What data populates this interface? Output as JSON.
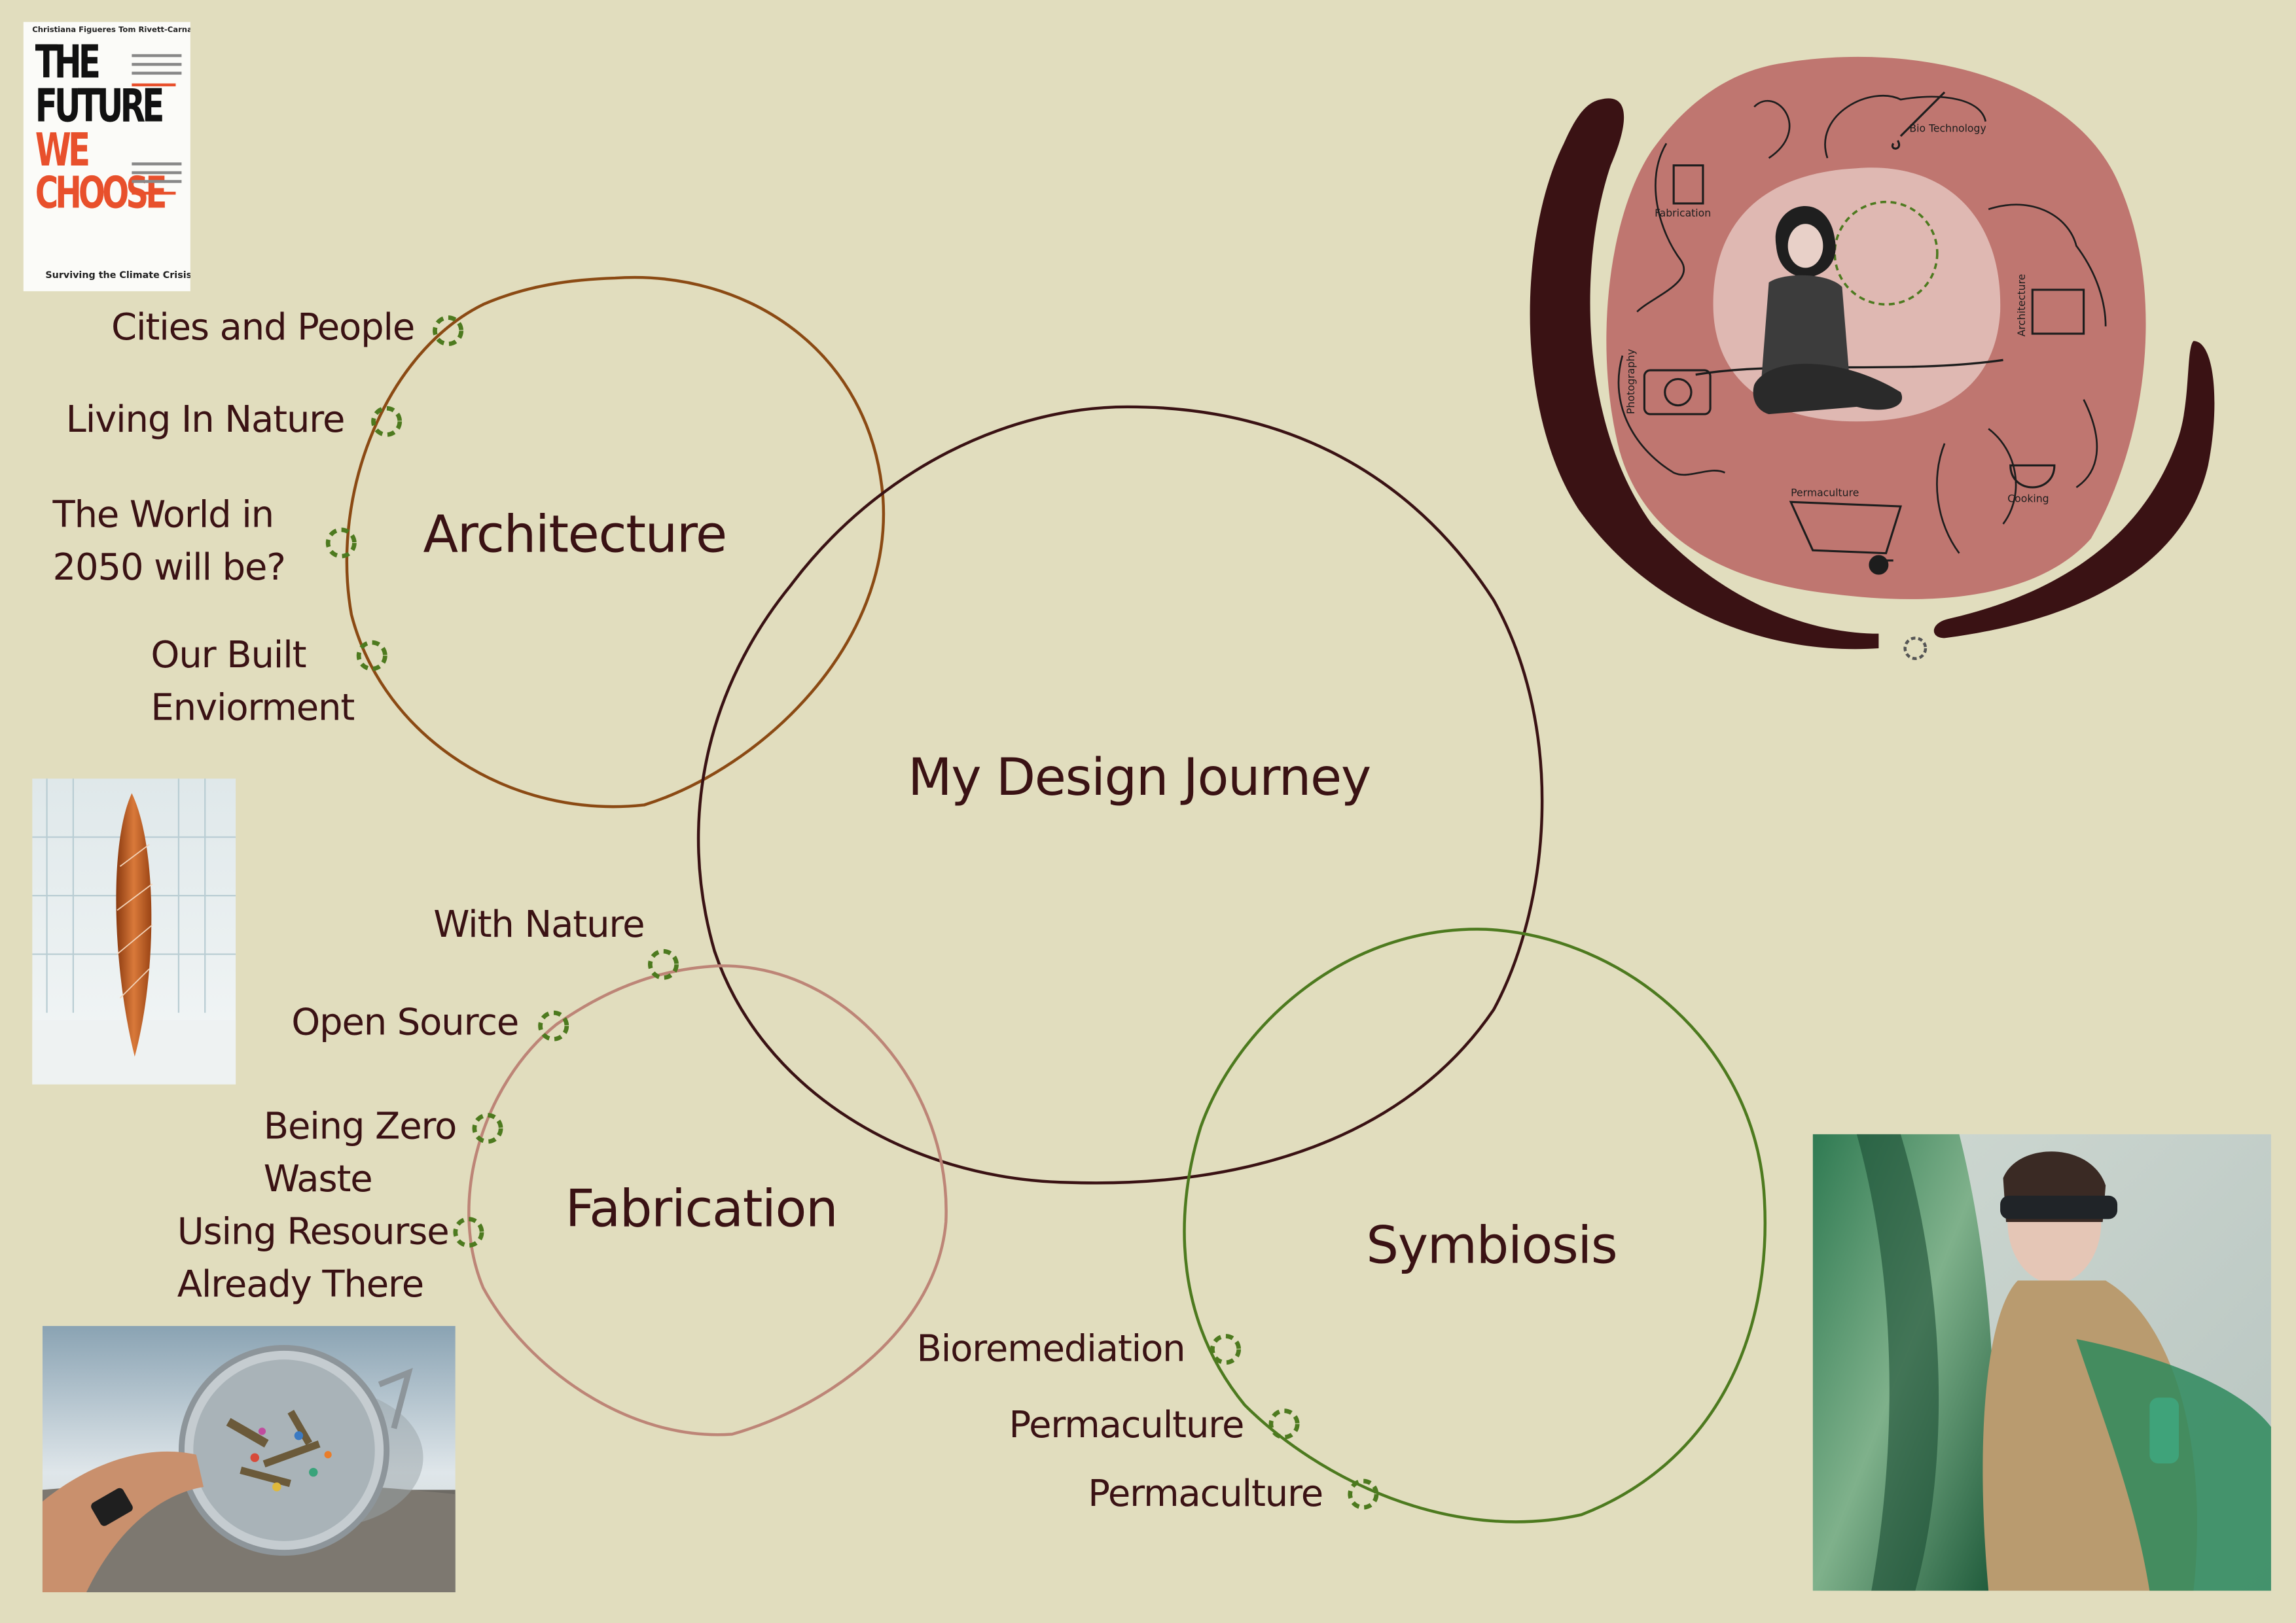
{
  "diagram": {
    "center": {
      "label": "My Design Journey"
    },
    "circles": [
      {
        "id": "architecture",
        "label": "Architecture",
        "color": "#8b4a14",
        "items": [
          "Cities and People",
          "Living In Nature",
          "The World in\n2050 will be?",
          "Our Built\nEnviorment"
        ]
      },
      {
        "id": "fabrication",
        "label": "Fabrication",
        "color": "#bd8577",
        "items": [
          "With Nature",
          "Open Source",
          "Being Zero\nWaste",
          "Using Resourse\nAlready There"
        ]
      },
      {
        "id": "symbiosis",
        "label": "Symbiosis",
        "color": "#4d7a1f",
        "items": [
          "Bioremediation",
          "Permaculture",
          "Permaculture"
        ]
      }
    ],
    "center_color": "#3a1214",
    "connector_color": "#4d7a1f"
  },
  "book": {
    "authors": "Christiana Figueres  Tom Rivett-Carnac",
    "title_lines": [
      "THE",
      "FUTURE",
      "WE",
      "CHOOSE"
    ],
    "subtitle": "Surviving the Climate Crisis"
  },
  "illustration": {
    "labels": [
      "Bio Technology",
      "Fabrication",
      "Architecture",
      "Photography",
      "Cooking",
      "Permaculture"
    ],
    "blob_color": "#bf7670",
    "inner_color": "#dfb8b2",
    "dark_color": "#3a1214"
  },
  "photos": [
    {
      "name": "wooden-sculpture-photo"
    },
    {
      "name": "microplastics-sieve-photo"
    },
    {
      "name": "green-fabric-fashion-photo"
    }
  ]
}
